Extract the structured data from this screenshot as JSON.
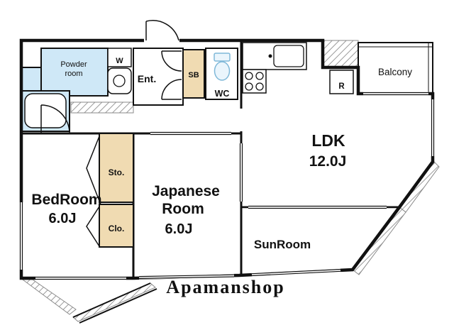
{
  "plan": {
    "rooms": {
      "powder_room": {
        "label_line1": "Powder",
        "label_line2": "room"
      },
      "entrance": {
        "label": "Ent."
      },
      "shoe_box": {
        "label": "SB"
      },
      "toilet_room": {
        "label": "WC"
      },
      "balcony": {
        "label": "Balcony"
      },
      "refrigerator": {
        "label": "R"
      },
      "washer": {
        "label": "W"
      },
      "ldk": {
        "label": "LDK",
        "size": "12.0J"
      },
      "bedroom": {
        "label": "BedRoom",
        "size": "6.0J"
      },
      "japanese_room": {
        "label_line1": "Japanese",
        "label_line2": "Room",
        "size": "6.0J"
      },
      "storage": {
        "label": "Sto."
      },
      "closet": {
        "label": "Clo."
      },
      "sunroom": {
        "label": "SunRoom"
      }
    },
    "brand": "Apamanshop",
    "colors": {
      "water_area": "#cfe8f7",
      "storage_tan": "#f0dbb2",
      "wall": "#111111",
      "powder_label": "#9c4a38",
      "fixture_blue": "#7fb8d8",
      "fixture_blue_fill": "#eaf5fc",
      "brand_gray": "#4f4f4f",
      "hatch_gray": "#9a9a9a"
    }
  }
}
